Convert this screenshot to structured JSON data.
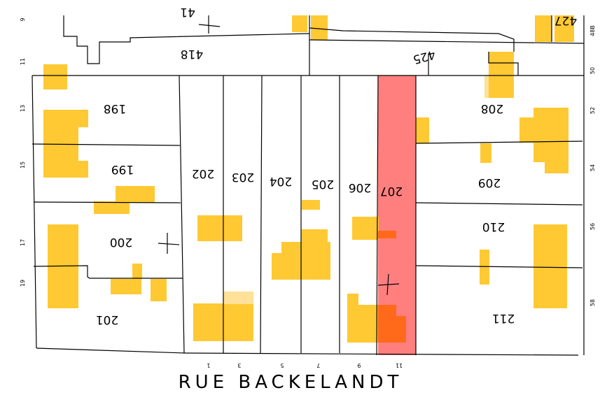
{
  "street_name": "RUE BACKELANDT",
  "plots": {
    "p198": "198",
    "p199": "199",
    "p200": "200",
    "p201": "201",
    "p202": "202",
    "p203": "203",
    "p204": "204",
    "p205": "205",
    "p206": "206",
    "p207": "207",
    "p208": "208",
    "p209": "209",
    "p210": "210",
    "p211": "211",
    "p418": "418",
    "p425": "425",
    "p427": "427",
    "p41x": "41"
  },
  "left_numbers": [
    "9",
    "11",
    "13",
    "15",
    "17",
    "19"
  ],
  "right_numbers": [
    "48B",
    "50",
    "52",
    "54",
    "56",
    "58"
  ],
  "bottom_numbers": [
    "1",
    "3",
    "5",
    "7",
    "9",
    "11"
  ],
  "highlighted_plot": "207",
  "colors": {
    "building": "#FFC933",
    "building_light": "#FFE199",
    "highlight_fill": "#FF7F7F",
    "highlight_building": "#FF6A1A",
    "lines": "#000000"
  }
}
